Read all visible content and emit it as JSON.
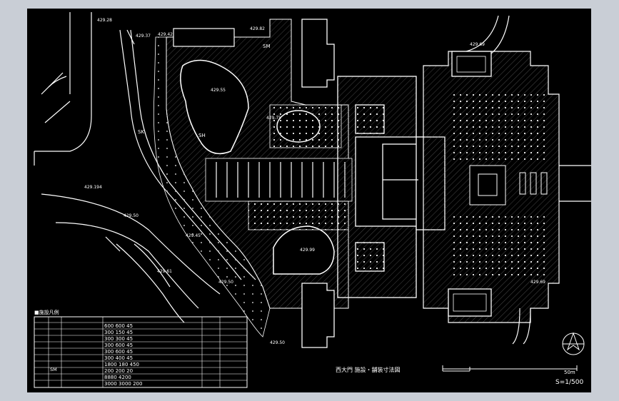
{
  "drawing": {
    "title": "西大門 施設・舗装寸法図",
    "scale": "S=1/500",
    "scalebar_end": "50m"
  },
  "legend": {
    "title": "■施設凡例",
    "rows": [
      {
        "symbol": "",
        "dims": "600 600 45"
      },
      {
        "symbol": "",
        "dims": "300 150 45"
      },
      {
        "symbol": "",
        "dims": "300 300 45"
      },
      {
        "symbol": "",
        "dims": "300 600 45"
      },
      {
        "symbol": "",
        "dims": "300 600 45"
      },
      {
        "symbol": "",
        "dims": "300 400 45"
      },
      {
        "symbol": "SM",
        "dims": "1800 180 450"
      },
      {
        "symbol": "",
        "dims": "200 200 20"
      },
      {
        "symbol": "",
        "dims": "8880 4200"
      },
      {
        "symbol": "",
        "dims": "3000 3000 200"
      }
    ]
  },
  "labels": {
    "sk": "SK",
    "sm": "SM",
    "sh": "SH"
  },
  "elevations": {
    "e1": "429.28",
    "e2": "429.37",
    "e3": "429.42",
    "e4": "429.82",
    "e5": "429.69",
    "e6": "429.194",
    "e7": "429.50",
    "e8": "429.75",
    "e9": "429.55",
    "e10": "429.99",
    "e11": "429.61",
    "e12": "429.50",
    "e13": "429.45",
    "e14": "429.50",
    "e15": "429.69"
  }
}
